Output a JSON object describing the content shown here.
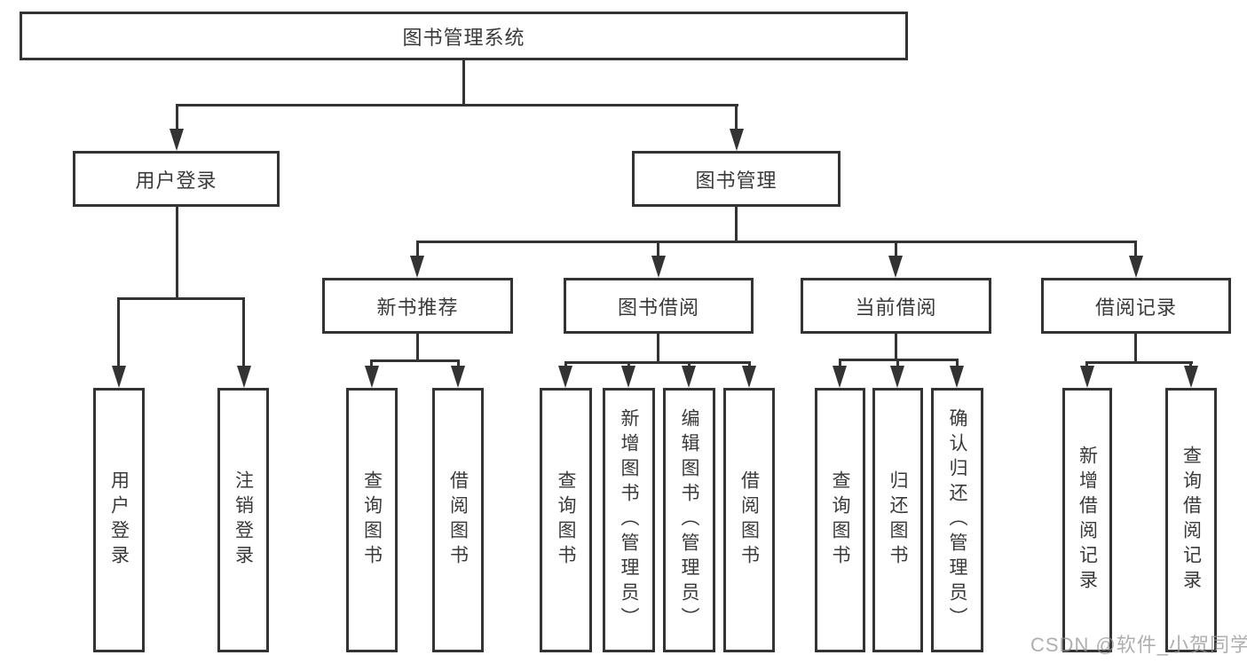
{
  "root": {
    "label": "图书管理系统"
  },
  "branches": {
    "user_login": {
      "label": "用户登录",
      "children": [
        {
          "label": "用户登录"
        },
        {
          "label": "注销登录"
        }
      ]
    },
    "book_mgmt": {
      "label": "图书管理",
      "children": [
        {
          "label": "新书推荐",
          "children": [
            {
              "label": "查询图书"
            },
            {
              "label": "借阅图书"
            }
          ]
        },
        {
          "label": "图书借阅",
          "children": [
            {
              "label": "查询图书"
            },
            {
              "label": "新增图书（管理员）"
            },
            {
              "label": "编辑图书（管理员）"
            },
            {
              "label": "借阅图书"
            }
          ]
        },
        {
          "label": "当前借阅",
          "children": [
            {
              "label": "查询图书"
            },
            {
              "label": "归还图书"
            },
            {
              "label": "确认归还（管理员）"
            }
          ]
        },
        {
          "label": "借阅记录",
          "children": [
            {
              "label": "新增借阅记录"
            },
            {
              "label": "查询借阅记录"
            }
          ]
        }
      ]
    }
  },
  "watermark": {
    "text": "CSDN @软件_小贺同学"
  },
  "colors": {
    "line": "#333333",
    "box_background": "#ffffff",
    "text": "#3a3a3a",
    "watermark": "#949494"
  }
}
